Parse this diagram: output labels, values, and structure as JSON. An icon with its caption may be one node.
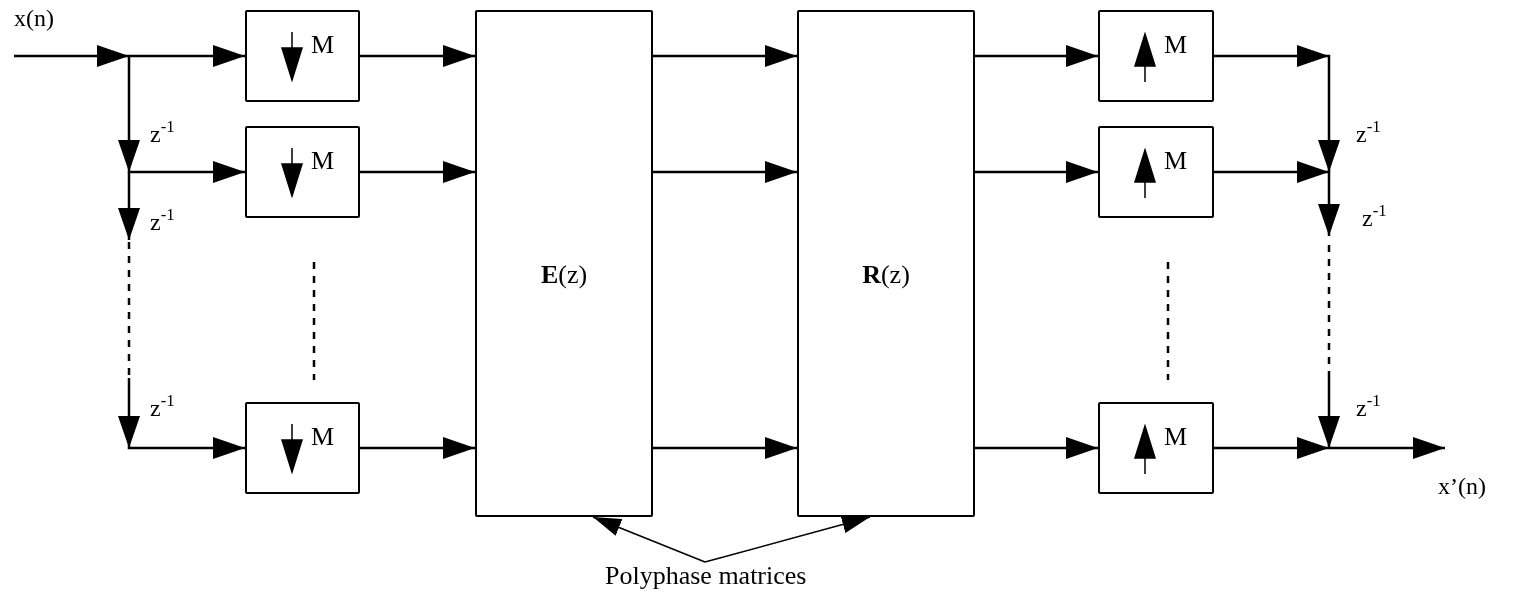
{
  "diagram": {
    "nodes": [
      {
        "text": [
          "M"
        ]
      },
      {
        "text": [
          "M"
        ]
      },
      {
        "text": [
          "M"
        ]
      },
      {
        "text": [
          "**E**(z)"
        ]
      },
      {
        "text": [
          "**R**(z)"
        ]
      },
      {
        "text": [
          "M"
        ]
      },
      {
        "text": [
          "M"
        ]
      },
      {
        "text": [
          "M"
        ]
      },
      {
        "text": [
          "Polyphase matrices"
        ]
      }
    ],
    "edges": [
      {
        "from": null,
        "to": 0,
        "arrow": "to"
      },
      {
        "from": null,
        "to": 1,
        "arrow": "to"
      },
      {
        "from": null,
        "to": 2,
        "arrow": "to"
      },
      {
        "from": 0,
        "to": 3,
        "arrow": "to"
      },
      {
        "from": 1,
        "to": 3,
        "arrow": "to"
      },
      {
        "from": 2,
        "to": 3,
        "arrow": "to"
      },
      {
        "from": 3,
        "to": 4,
        "arrow": "to"
      },
      {
        "from": 3,
        "to": 4,
        "arrow": "to"
      },
      {
        "from": 3,
        "to": 4,
        "arrow": "to"
      },
      {
        "from": 4,
        "to": 5,
        "arrow": "to"
      },
      {
        "from": 4,
        "to": 6,
        "arrow": "to"
      },
      {
        "from": 4,
        "to": 7,
        "arrow": "to"
      },
      {
        "from": 5,
        "to": null,
        "arrow": "to"
      },
      {
        "from": 6,
        "to": null,
        "arrow": "to"
      },
      {
        "from": 7,
        "to": null,
        "arrow": "to"
      },
      {
        "from": 8,
        "to": 3,
        "arrow": "to"
      },
      {
        "from": 8,
        "to": 4,
        "arrow": "to"
      }
    ],
    "labels": [
      "x(n)",
      "z$^{-1}$",
      "z$^{-1}$",
      "z$^{-1}$",
      "z$^{-1}$",
      "z$^{-1}$",
      "z$^{-1}$",
      "x’(n)"
    ]
  }
}
